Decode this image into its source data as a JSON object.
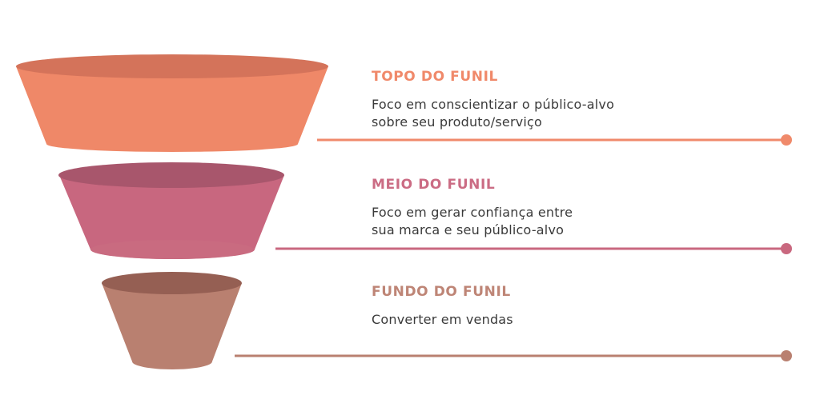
{
  "diagram": {
    "type": "funnel",
    "stages": [
      {
        "title": "TOPO DO FUNIL",
        "description_lines": [
          "Foco em conscientizar o público-alvo",
          "sobre seu produto/serviço"
        ],
        "colors": {
          "accent": "#EF8868",
          "body": "#EF8868",
          "rim": "#D4735A",
          "title": "#F0896A",
          "line": "#F08A6B"
        }
      },
      {
        "title": "MEIO DO FUNIL",
        "description_lines": [
          "Foco em gerar confiança entre",
          "sua marca e seu público-alvo"
        ],
        "colors": {
          "accent": "#C8677F",
          "body": "#C8677F",
          "rim": "#A8566C",
          "title": "#CB6C84",
          "line": "#C9687F"
        }
      },
      {
        "title": "FUNDO DO FUNIL",
        "description_lines": [
          "Converter em vendas"
        ],
        "colors": {
          "accent": "#B98070",
          "body": "#B98070",
          "rim": "#955F53",
          "title": "#BE8576",
          "line": "#B98070"
        }
      }
    ]
  }
}
